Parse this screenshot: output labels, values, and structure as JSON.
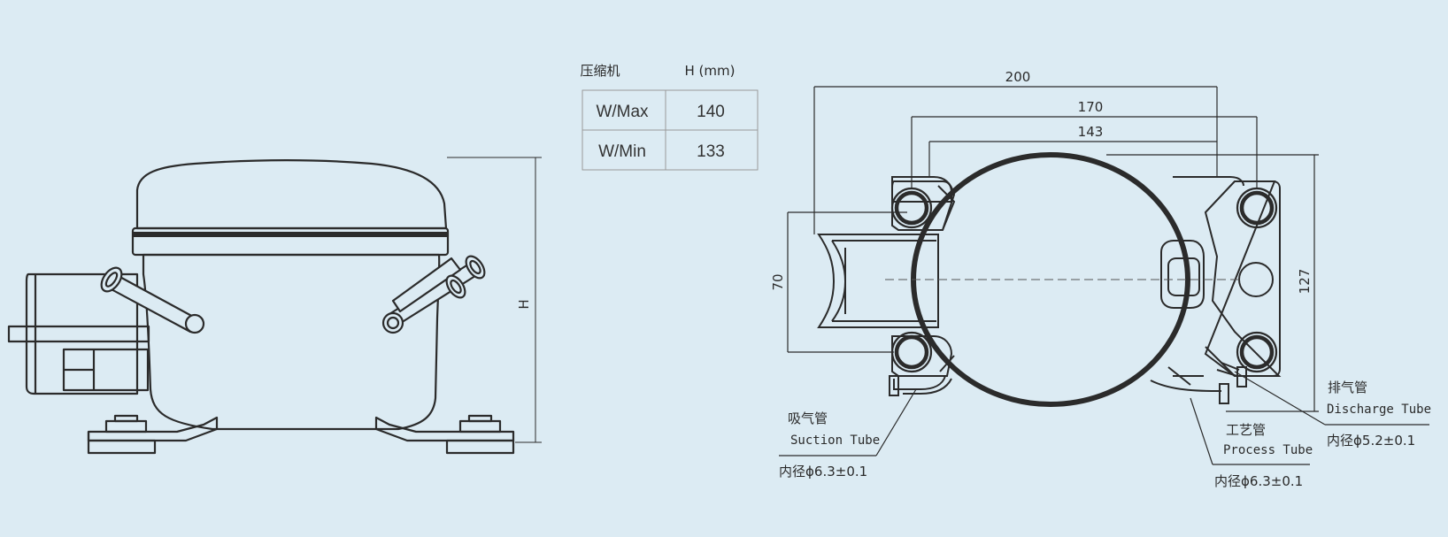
{
  "table": {
    "header_col1": "压缩机",
    "header_col2": "H (mm)",
    "rows": [
      {
        "label": "W/Max",
        "value": "140"
      },
      {
        "label": "W/Min",
        "value": "133"
      }
    ]
  },
  "side_view": {
    "height_label": "H"
  },
  "top_view": {
    "dims": {
      "width_200": "200",
      "width_170": "170",
      "width_143": "143",
      "height_70": "70",
      "height_127": "127"
    },
    "suction": {
      "cn": "吸气管",
      "en": "Suction Tube",
      "spec": "内径ϕ6.3±0.1"
    },
    "process": {
      "cn": "工艺管",
      "en": "Process Tube",
      "spec": "内径ϕ6.3±0.1"
    },
    "discharge": {
      "cn": "排气管",
      "en": "Discharge Tube",
      "spec": "内径ϕ5.2±0.1"
    }
  },
  "colors": {
    "background": "#dcebf3",
    "line": "#2b2b2b",
    "table_border": "#9a9a9a"
  }
}
